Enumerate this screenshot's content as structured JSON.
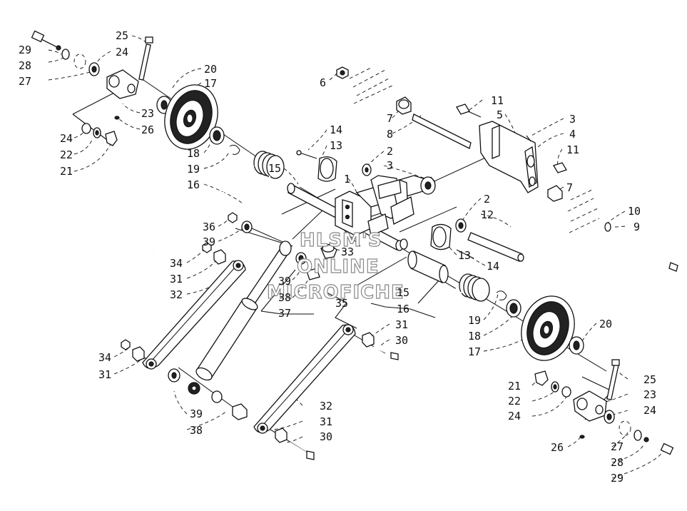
{
  "watermark": {
    "line1": "HLSM'S",
    "line2": "ONLINE",
    "line3": "MICROFICHE"
  },
  "callouts": {
    "c1": "1",
    "c2a": "2",
    "c2b": "2",
    "c3a": "3",
    "c3b": "3",
    "c4": "4",
    "c5": "5",
    "c6": "6",
    "c7a": "7",
    "c7b": "7",
    "c8": "8",
    "c9": "9",
    "c10": "10",
    "c11a": "11",
    "c11b": "11",
    "c12": "12",
    "c13a": "13",
    "c13b": "13",
    "c14a": "14",
    "c14b": "14",
    "c15a": "15",
    "c15b": "15",
    "c16a": "16",
    "c16b": "16",
    "c17a": "17",
    "c17b": "17",
    "c18a": "18",
    "c18b": "18",
    "c19a": "19",
    "c19b": "19",
    "c20a": "20",
    "c20b": "20",
    "c21a": "21",
    "c21b": "21",
    "c22a": "22",
    "c22b": "22",
    "c23a": "23",
    "c23b": "23",
    "c24a": "24",
    "c24b": "24",
    "c24c": "24",
    "c24d": "24",
    "c25a": "25",
    "c25b": "25",
    "c26a": "26",
    "c26b": "26",
    "c27a": "27",
    "c27b": "27",
    "c28a": "28",
    "c28b": "28",
    "c29a": "29",
    "c29b": "29",
    "c30a": "30",
    "c30b": "30",
    "c31a": "31",
    "c31b": "31",
    "c31c": "31",
    "c31d": "31",
    "c32a": "32",
    "c32b": "32",
    "c33": "33",
    "c34a": "34",
    "c34b": "34",
    "c35": "35",
    "c36": "36",
    "c37": "37",
    "c38a": "38",
    "c38b": "38",
    "c39a": "39",
    "c39b": "39",
    "c39c": "39"
  }
}
